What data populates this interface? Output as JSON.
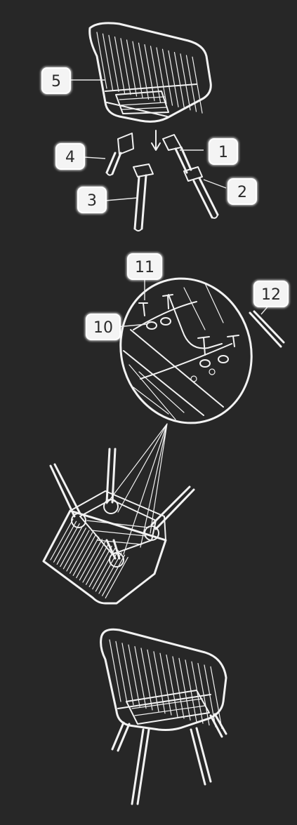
{
  "background_color": "#272727",
  "stroke_color": "#f2f2f2",
  "callouts": {
    "seat": "5",
    "leg_front_right": "1",
    "leg_back_right": "2",
    "leg_back_left": "3",
    "leg_front_left": "4",
    "washer": "10",
    "bolt": "11",
    "allen_key": "12"
  },
  "icons": [
    "arrow-down-icon",
    "chair-seat",
    "chair-leg",
    "bolt",
    "washer",
    "allen-key",
    "assembled-chair"
  ]
}
